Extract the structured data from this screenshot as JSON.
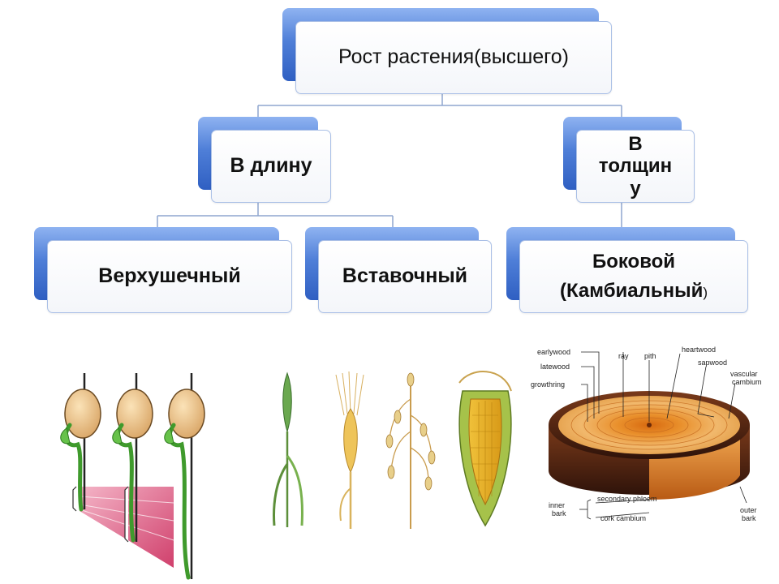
{
  "diagram": {
    "root": "Рост растения(высшего)",
    "branch_length": "В длину",
    "branch_thickness_lines": [
      "В",
      "толщин",
      "у"
    ],
    "apical": "Верхушечный",
    "intercalary": "Вставочный",
    "lateral_line1": "Боковой",
    "lateral_line2": "(Камбиальный",
    "lateral_close": ")"
  },
  "tree_labels": {
    "earlywood": "earlywood",
    "latewood": "latewood",
    "growthring": "growthring",
    "ray": "ray",
    "pith": "pith",
    "heartwood": "heartwood",
    "sapwood": "sapwood",
    "vascular_line1": "vascular",
    "vascular_line2": "cambium",
    "inner_line1": "inner",
    "inner_line2": "bark",
    "secondary_phloem": "secondary phloem",
    "cork_cambium": "cork cambium",
    "outer_line1": "outer",
    "outer_line2": "bark"
  },
  "colors": {
    "box_blue": "#4f7fd8",
    "box_border": "#a9bfe6",
    "connector": "#8fa6cf"
  }
}
